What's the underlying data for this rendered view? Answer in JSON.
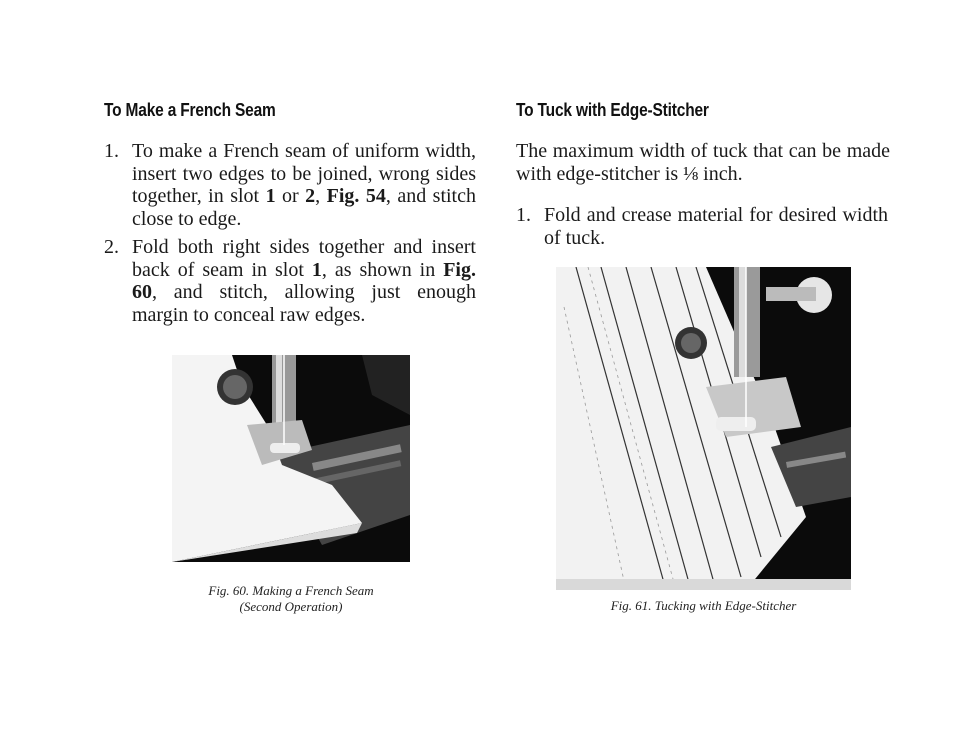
{
  "left": {
    "heading": "To Make a French Seam",
    "steps": [
      {
        "num": "1.",
        "pre": "To make a French seam of uniform width, insert two edges to be joined, wrong sides together, in slot ",
        "b1": "1",
        "mid": " or ",
        "b2": "2",
        "mid2": ", ",
        "b3": "Fig. 54",
        "post": ", and stitch close to edge."
      },
      {
        "num": "2.",
        "pre": "Fold both right sides together and insert back of seam in slot ",
        "b1": "1",
        "mid": ", as shown in ",
        "b2": "Fig. 60",
        "post": ", and stitch, allowing just enough margin to conceal raw edges."
      }
    ],
    "figure": {
      "caption_line1": "Fig. 60. Making a French Seam",
      "caption_line2": "(Second Operation)",
      "icon": "sewing-machine-presser-foot-photo"
    }
  },
  "right": {
    "heading": "To Tuck with Edge-Stitcher",
    "intro": "The maximum width of tuck that can be made with edge-stitcher is ⅛ inch.",
    "steps": [
      {
        "num": "1.",
        "text": "Fold and crease material for desired width of tuck."
      }
    ],
    "figure": {
      "caption": "Fig. 61. Tucking with Edge-Stitcher",
      "icon": "edge-stitcher-tucks-photo"
    }
  }
}
